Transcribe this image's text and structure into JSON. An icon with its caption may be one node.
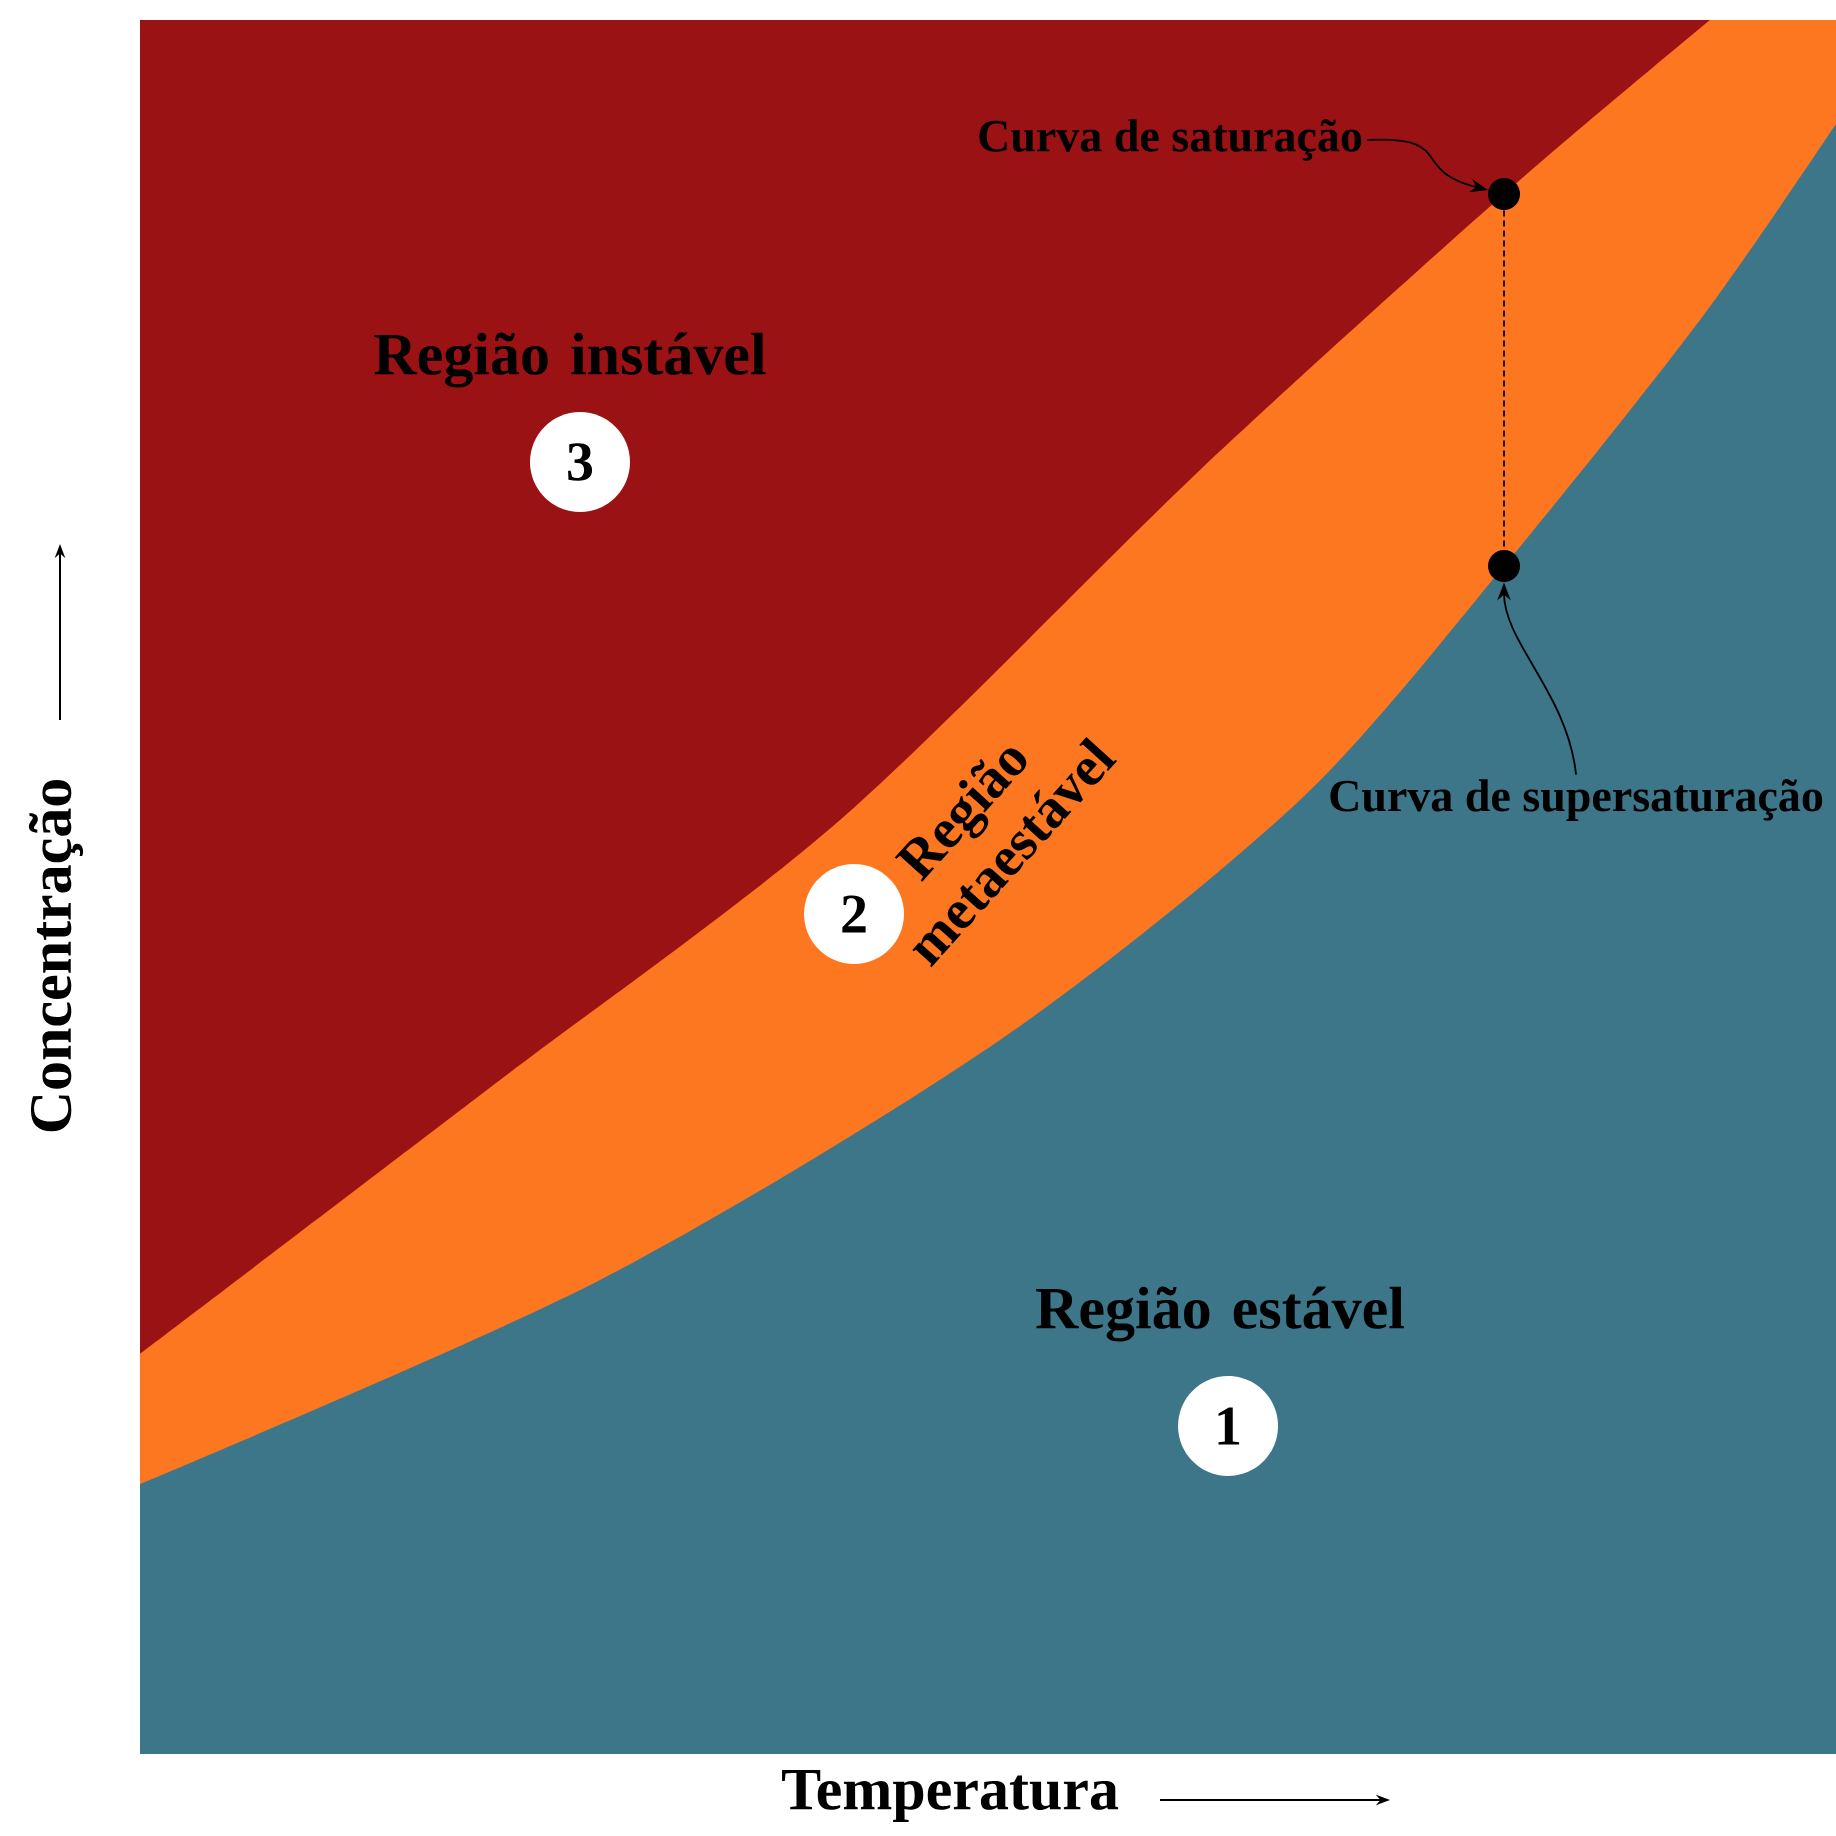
{
  "diagram": {
    "nodes": [
      {
        "text": [
          "Curva de saturação"
        ]
      },
      {
        "text": [],
        "shape": "circle"
      },
      {
        "text": [
          "Curva de supersaturação"
        ]
      },
      {
        "text": [],
        "shape": "circle"
      },
      {
        "text": [
          "3"
        ]
      },
      {
        "text": [
          "2"
        ]
      },
      {
        "text": [
          "1"
        ]
      }
    ],
    "edges": [
      {
        "from": 0,
        "to": 1,
        "arrow": "to"
      },
      {
        "from": 2,
        "to": 3,
        "arrow": "to"
      },
      {
        "from": 1,
        "to": 3,
        "arrow": "none",
        "style": "dashed"
      }
    ],
    "labels": [
      "Região instável",
      "Região metaestável",
      "Região estável",
      "Concentração",
      "Temperatura"
    ]
  }
}
